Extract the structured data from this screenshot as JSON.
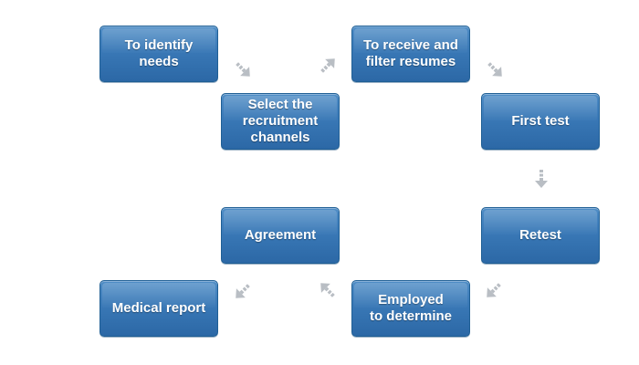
{
  "steps": [
    {
      "id": "identify",
      "label": "To identify needs"
    },
    {
      "id": "channels",
      "label": "Select the\nrecruitment\nchannels"
    },
    {
      "id": "resumes",
      "label": "To receive and\nfilter resumes"
    },
    {
      "id": "first-test",
      "label": "First test"
    },
    {
      "id": "retest",
      "label": "Retest"
    },
    {
      "id": "employed",
      "label": "Employed\nto determine"
    },
    {
      "id": "agreement",
      "label": "Agreement"
    },
    {
      "id": "medical",
      "label": "Medical report"
    }
  ],
  "colors": {
    "box_top": "#4f8dc6",
    "box_bottom": "#2c68a6",
    "box_border": "#1f5f95",
    "box_text": "#ffffff",
    "arrow": "#b9bec4"
  },
  "connector_icon": "dashed-arrow-icon"
}
